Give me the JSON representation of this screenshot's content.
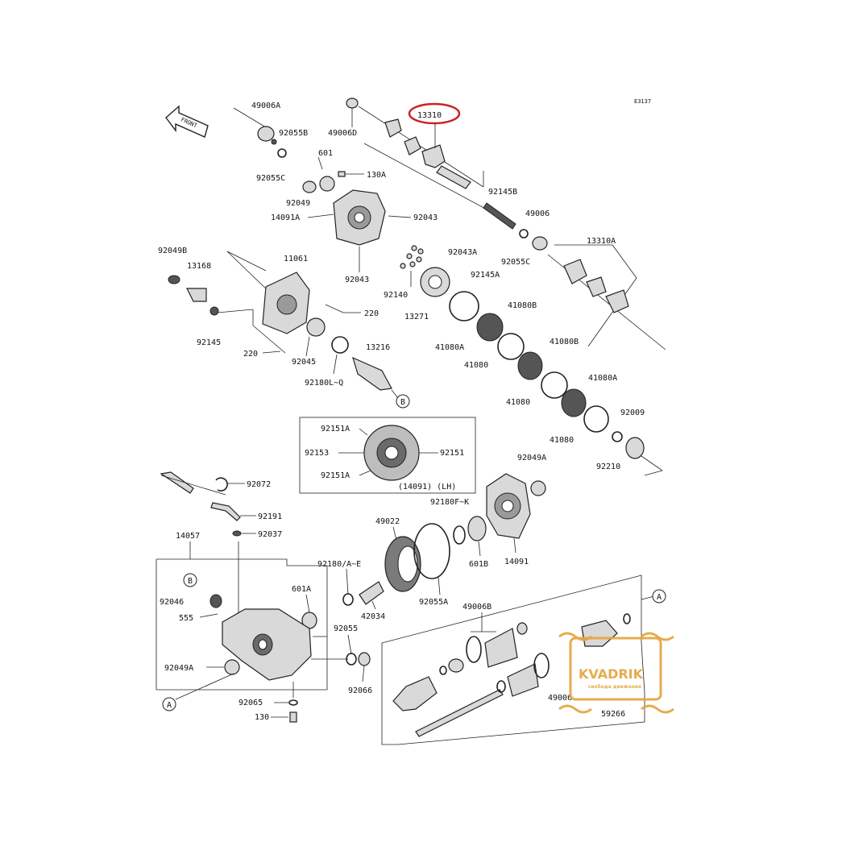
{
  "diagram_code": "E3137",
  "front_label": "FRONT",
  "highlighted_part": "13310",
  "assembly_label": "(14091)  (LH)",
  "callouts": {
    "a": "A",
    "b": "B"
  },
  "watermark": {
    "brand": "KVADRIK",
    "tagline": "свобода движения",
    "color": "#e3a43a"
  },
  "highlight_color": "#cc2222",
  "parts": {
    "p49006A": "49006A",
    "p92055B": "92055B",
    "p601": "601",
    "p130A": "130A",
    "p92055C_1": "92055C",
    "p92049": "92049",
    "p14091A": "14091A",
    "p92043_1": "92043",
    "p92043_2": "92043",
    "p49006D": "49006D",
    "p13310": "13310",
    "p92145B": "92145B",
    "p49006": "49006",
    "p92055C_2": "92055C",
    "p13310A": "13310A",
    "p92049B": "92049B",
    "p13168": "13168",
    "p11061": "11061",
    "p92145_1": "92145",
    "p220_1": "220",
    "p220_2": "220",
    "p92045": "92045",
    "p92180LQ": "92180L~Q",
    "p13216": "13216",
    "p92043A": "92043A",
    "p92145A": "92145A",
    "p92140": "92140",
    "p13271": "13271",
    "p41080A_1": "41080A",
    "p41080_1": "41080",
    "p41080B_1": "41080B",
    "p41080_2": "41080",
    "p41080B_2": "41080B",
    "p41080_3": "41080",
    "p41080A_2": "41080A",
    "p92009": "92009",
    "p92210": "92210",
    "p92151A_1": "92151A",
    "p92153": "92153",
    "p92151": "92151",
    "p92151A_2": "92151A",
    "p92049A_1": "92049A",
    "p92180FK": "92180F~K",
    "p92072": "92072",
    "p92191": "92191",
    "p92037": "92037",
    "p14057": "14057",
    "p49022": "49022",
    "p92180AE": "92180/A~E",
    "p601A": "601A",
    "p42034": "42034",
    "p92055A": "92055A",
    "p601B": "601B",
    "p14091": "14091",
    "p92046": "92046",
    "p555": "555",
    "p92055": "92055",
    "p92049A_2": "92049A",
    "p92066": "92066",
    "p92065": "92065",
    "p130": "130",
    "p49006B": "49006B",
    "p49006_2": "49006",
    "p59266": "59266"
  }
}
